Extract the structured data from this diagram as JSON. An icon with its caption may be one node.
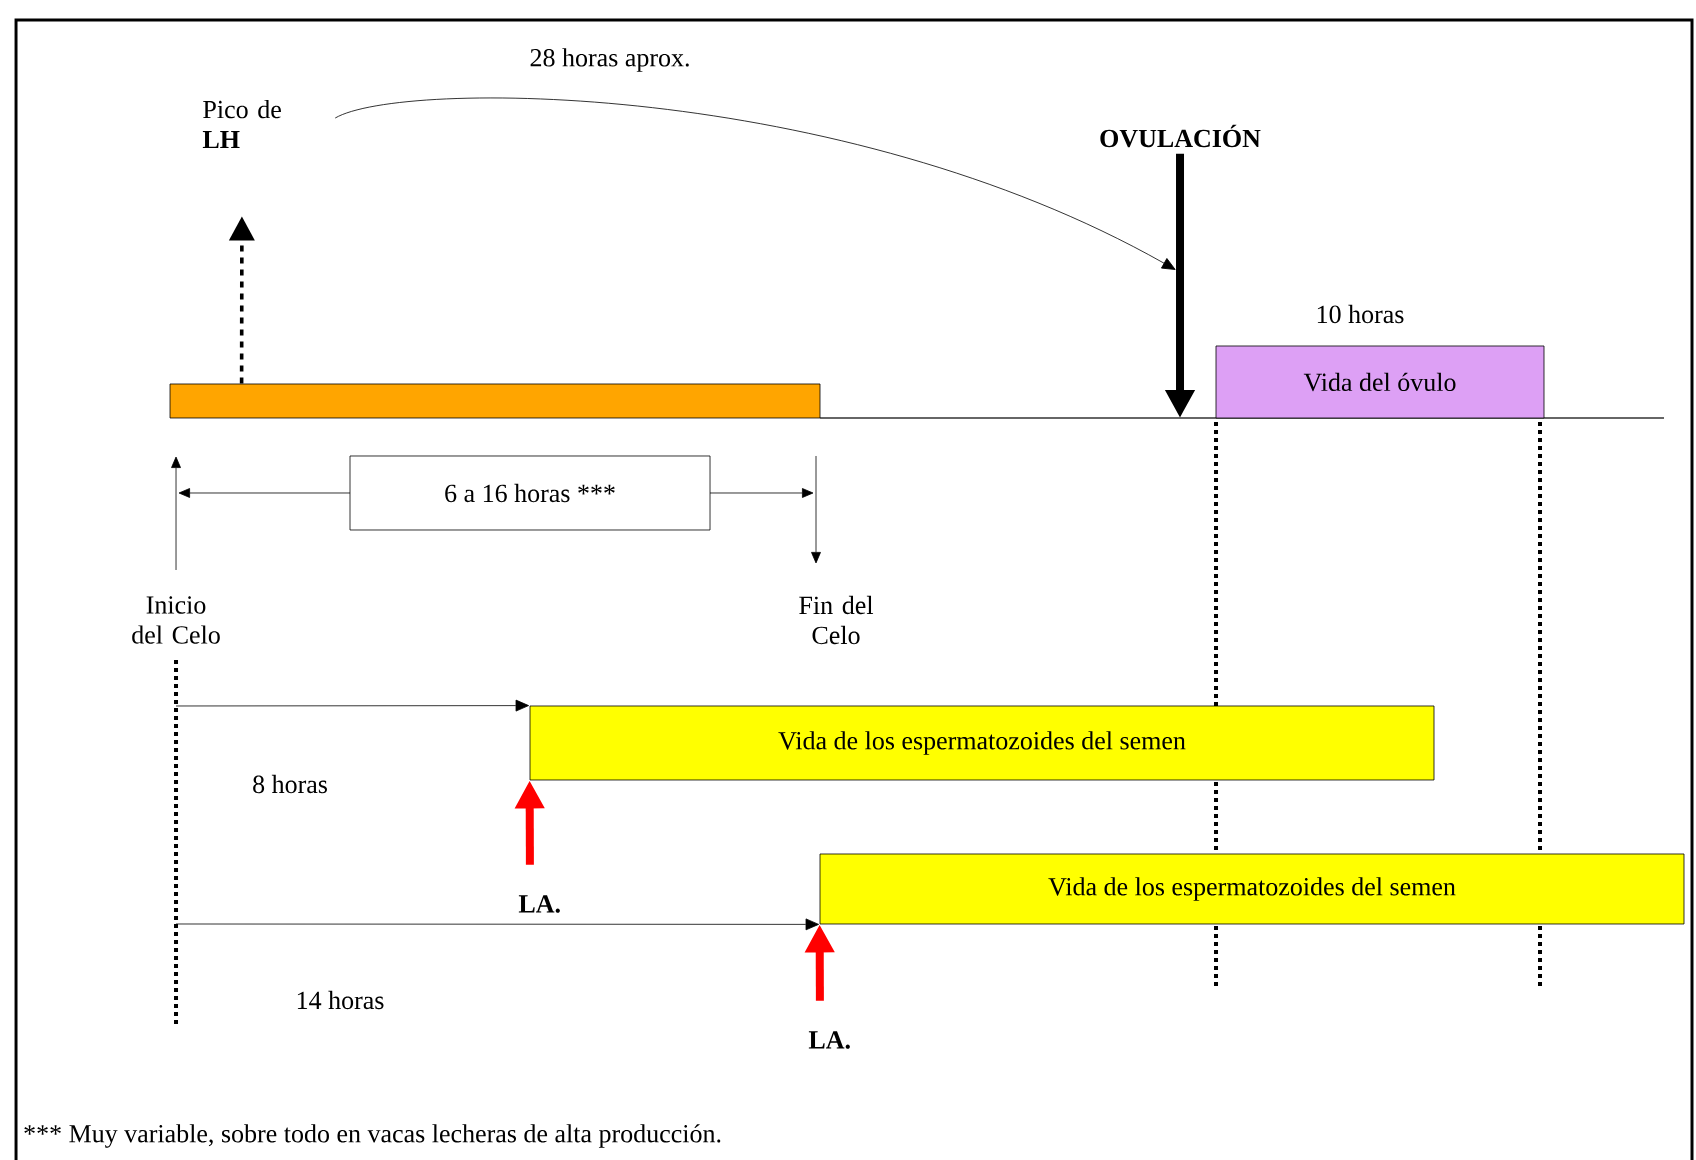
{
  "diagram": {
    "nodes": [
      {
        "text": [],
        "shape": "bar"
      },
      {
        "text": [
          "Pico de **LH**"
        ]
      },
      {
        "text": [
          "OVULACIÓN"
        ]
      },
      {
        "text": [
          "Vida del óvulo"
        ],
        "beside": [
          "10 horas"
        ]
      },
      {
        "text": [
          "6  a  16 horas ***"
        ]
      },
      {
        "text": [
          "Inicio del Celo"
        ]
      },
      {
        "text": [
          "Fin del Celo"
        ]
      },
      {
        "text": [
          "Vida de los espermatozoides del semen"
        ]
      },
      {
        "text": [
          "Vida de los espermatozoides del semen"
        ]
      },
      {
        "text": [
          "LA."
        ]
      },
      {
        "text": [
          "LA."
        ]
      }
    ],
    "edges": [
      {
        "from": 0,
        "to": 1,
        "arrow": "to",
        "style": "dashed"
      },
      {
        "from": 1,
        "to": null,
        "arrow": "to",
        "label": "28 horas aprox."
      },
      {
        "from": 2,
        "to": null,
        "arrow": "to",
        "style": "thick"
      },
      {
        "from": null,
        "to": 7,
        "arrow": "to",
        "label": "8 horas"
      },
      {
        "from": null,
        "to": 8,
        "arrow": "to",
        "label": "14 horas"
      },
      {
        "from": 9,
        "to": 7,
        "arrow": "to",
        "style": "thick",
        "color": "#ff0000"
      },
      {
        "from": 10,
        "to": 8,
        "arrow": "to",
        "style": "thick",
        "color": "#ff0000"
      }
    ],
    "labels": [
      "*** Muy variable, sobre todo en vacas lecheras de alta producción."
    ]
  }
}
